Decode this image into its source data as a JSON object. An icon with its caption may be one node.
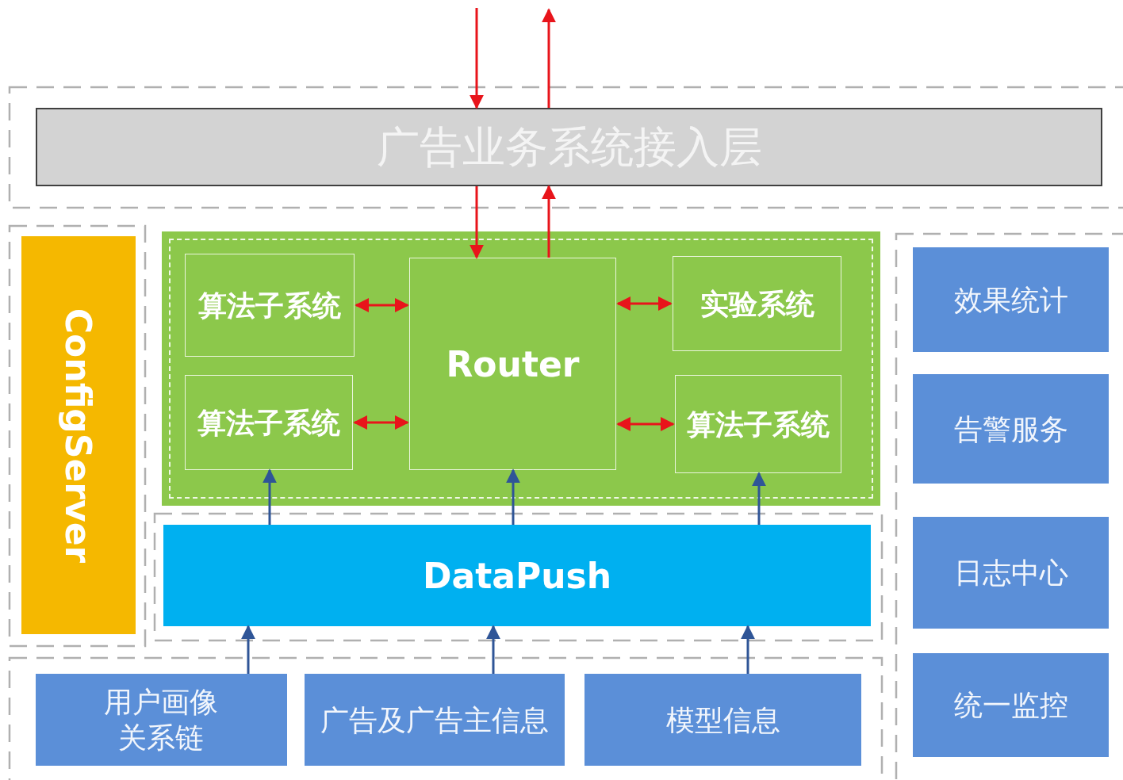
{
  "diagram": {
    "nodes": [
      {
        "text": [
          "广告业务系统接入层"
        ]
      },
      {
        "text": [],
        "shape": "box"
      },
      {
        "text": [
          "算法子系统"
        ],
        "in": 1
      },
      {
        "text": [
          "Router"
        ],
        "in": 1
      },
      {
        "text": [
          "实验系统"
        ],
        "in": 1
      },
      {
        "text": [
          "算法子系统"
        ],
        "in": 1
      },
      {
        "text": [
          "算法子系统"
        ],
        "in": 1
      },
      {
        "text": [
          "DataPush"
        ]
      },
      {
        "text": [
          "ConfigServer"
        ]
      },
      {
        "text": [
          "用户画像关系链"
        ]
      },
      {
        "text": [
          "广告及广告主信息"
        ]
      },
      {
        "text": [
          "模型信息"
        ]
      },
      {
        "text": [
          "效果统计"
        ]
      },
      {
        "text": [
          "告警服务"
        ]
      },
      {
        "text": [
          "日志中心"
        ]
      },
      {
        "text": [
          "统一监控"
        ]
      }
    ],
    "edges": [
      {
        "from": null,
        "to": 0,
        "arrow": "to"
      },
      {
        "from": 0,
        "to": null,
        "arrow": "to"
      },
      {
        "from": 0,
        "to": 3,
        "arrow": "to"
      },
      {
        "from": 3,
        "to": 0,
        "arrow": "to"
      },
      {
        "from": 2,
        "to": 3,
        "arrow": "both"
      },
      {
        "from": 5,
        "to": 3,
        "arrow": "both"
      },
      {
        "from": 3,
        "to": 4,
        "arrow": "both"
      },
      {
        "from": 3,
        "to": 6,
        "arrow": "both"
      },
      {
        "from": 7,
        "to": 5,
        "arrow": "to",
        "color": "#2f5597"
      },
      {
        "from": 7,
        "to": 3,
        "arrow": "to",
        "color": "#2f5597"
      },
      {
        "from": 7,
        "to": 6,
        "arrow": "to",
        "color": "#2f5597"
      },
      {
        "from": 9,
        "to": 7,
        "arrow": "to",
        "color": "#2f5597"
      },
      {
        "from": 10,
        "to": 7,
        "arrow": "to",
        "color": "#2f5597"
      },
      {
        "from": 11,
        "to": 7,
        "arrow": "to",
        "color": "#2f5597"
      }
    ]
  }
}
